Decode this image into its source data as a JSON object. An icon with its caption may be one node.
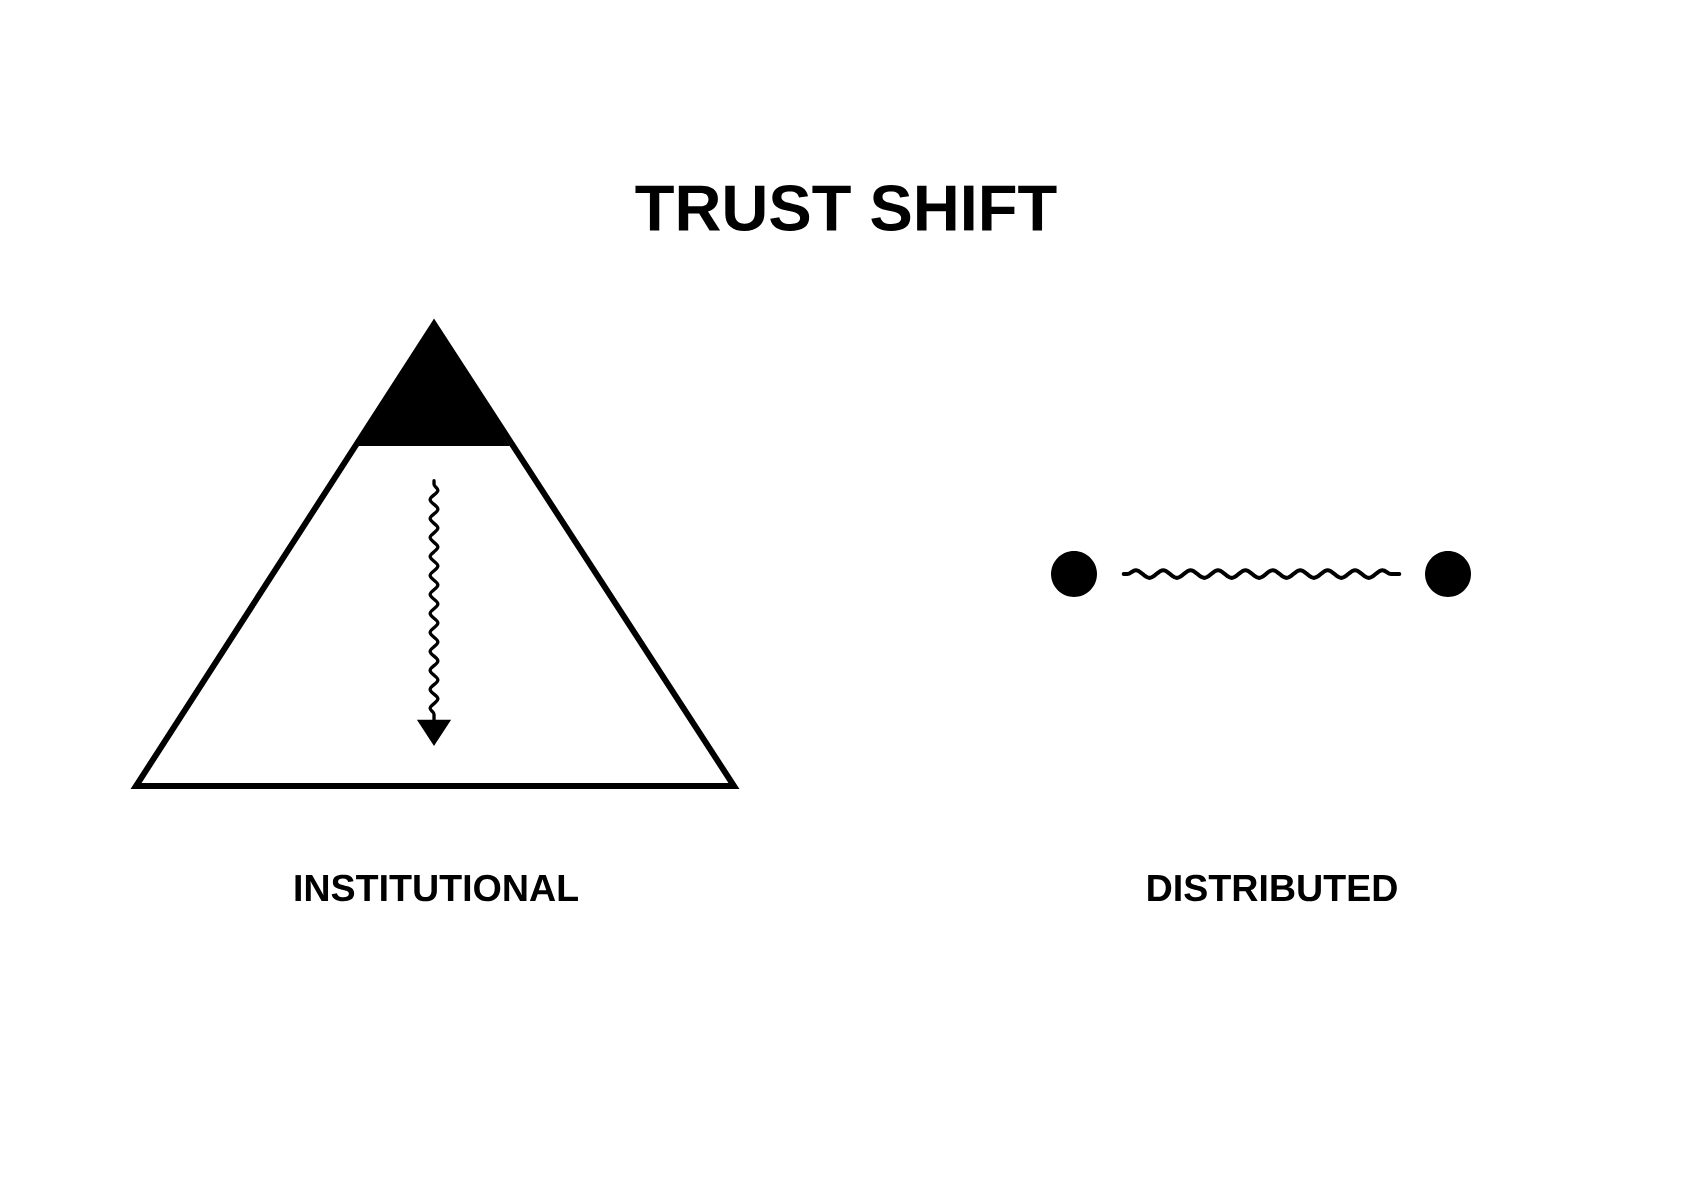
{
  "diagram": {
    "title": "TRUST SHIFT",
    "nodes": [
      {
        "text": [],
        "shape": "triangle",
        "beside": [
          "INSTITUTIONAL"
        ]
      },
      {
        "text": [],
        "shape": "triangle",
        "in": 0
      },
      {
        "text": [],
        "shape": "circle"
      },
      {
        "text": [],
        "shape": "circle"
      }
    ],
    "edges": [
      {
        "from": 1,
        "to": null,
        "arrow": "to"
      },
      {
        "from": 2,
        "to": 3,
        "arrow": "none"
      }
    ],
    "labels": [
      "DISTRIBUTED"
    ]
  }
}
